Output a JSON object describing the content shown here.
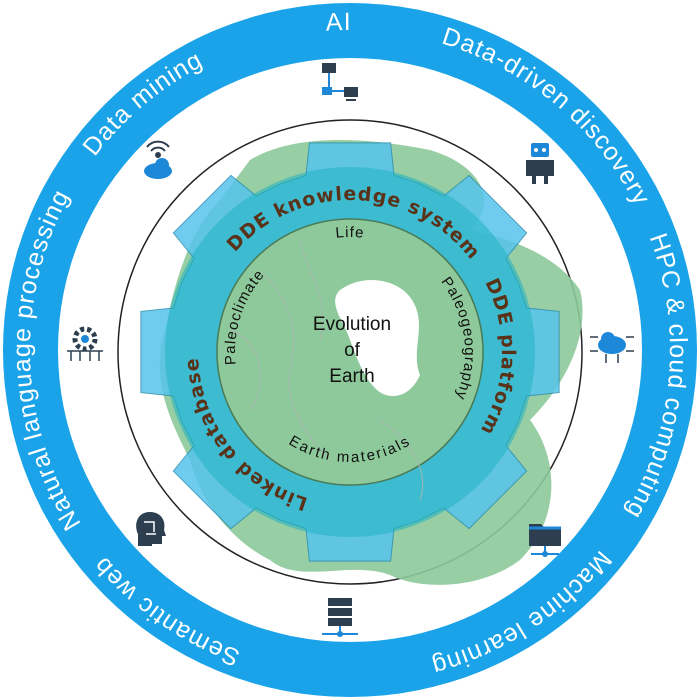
{
  "outer_ring": {
    "labels": [
      {
        "text": "AI",
        "angle": 358
      },
      {
        "text": "Data-driven discovery",
        "angle": 40
      },
      {
        "text": "HPC & cloud computing",
        "angle": 95
      },
      {
        "text": "Machine learning",
        "angle": 147
      },
      {
        "text": "Semantic web",
        "angle": 215
      },
      {
        "text": "Natural language processing",
        "angle": 268
      },
      {
        "text": "Data mining",
        "angle": 320
      }
    ]
  },
  "gear": {
    "labels": [
      {
        "text": "DDE knowledge system",
        "angle": 2
      },
      {
        "text": "DDE platform",
        "angle": 92
      },
      {
        "text": "Linked database",
        "angle": 232
      }
    ]
  },
  "inner": {
    "life": "Life",
    "paleogeography": "Paleogeography",
    "earth_materials": "Earth materials",
    "paleoclimate": "Paleoclimate",
    "center": [
      "Evolution",
      "of",
      "Earth"
    ]
  },
  "colors": {
    "ring": "#1aa3e8",
    "gear": "#56c4ec",
    "gear_overlay": "#1fb3c4",
    "land": "#8dc99a",
    "label_brown": "#5a3218",
    "icon_dark": "#2d3e50",
    "icon_blue": "#1e88d8"
  }
}
